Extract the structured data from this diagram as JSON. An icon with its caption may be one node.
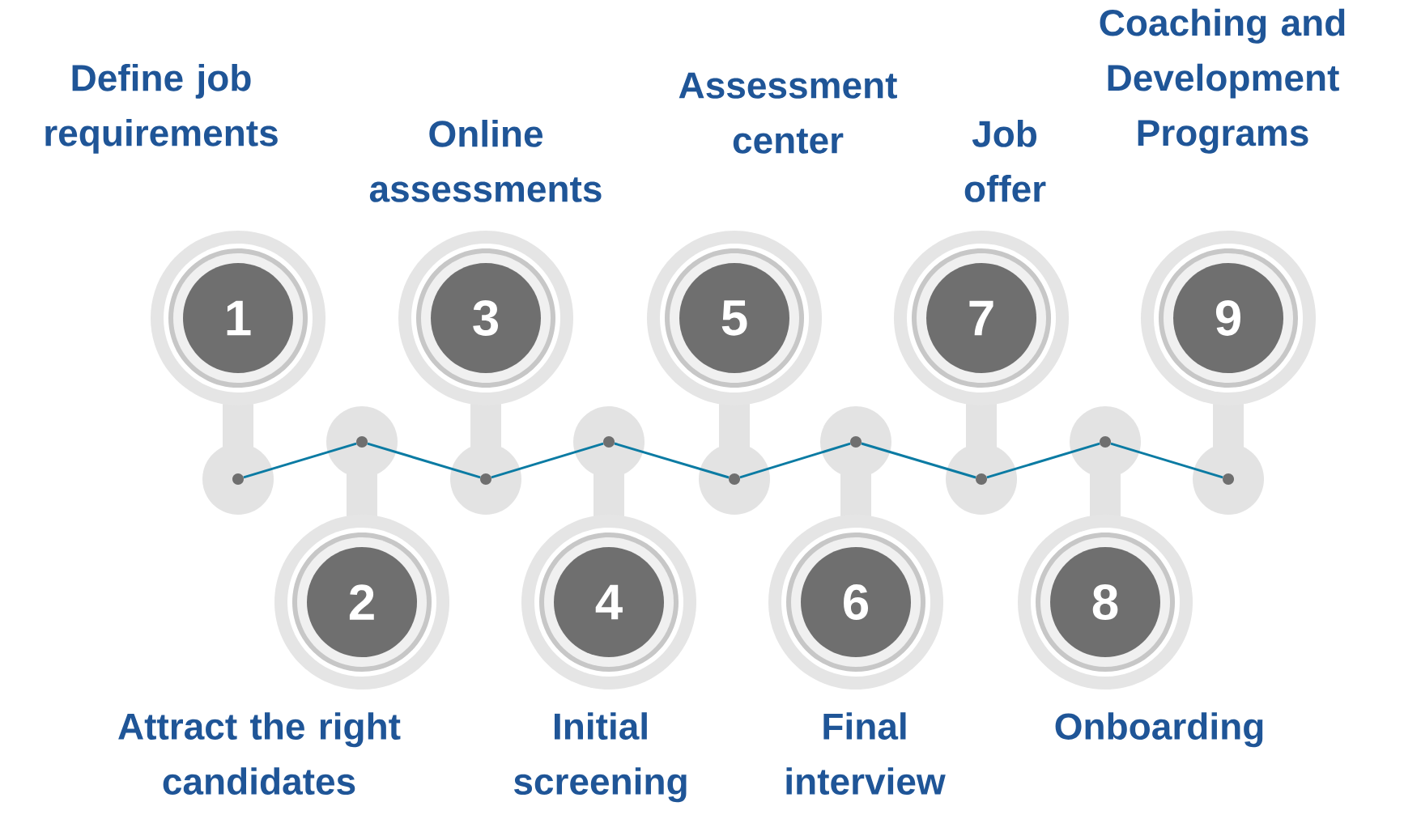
{
  "diagram": {
    "nodes": [
      {
        "text": [
          "1"
        ],
        "beside": [
          "Define job requirements"
        ]
      },
      {
        "text": [
          "2"
        ],
        "beside": [
          "Attract the right candidates"
        ]
      },
      {
        "text": [
          "3"
        ],
        "beside": [
          "Online assessments"
        ]
      },
      {
        "text": [
          "4"
        ],
        "beside": [
          "Initial screening"
        ]
      },
      {
        "text": [
          "5"
        ],
        "beside": [
          "Assessment center"
        ]
      },
      {
        "text": [
          "6"
        ],
        "beside": [
          "Final interview"
        ]
      },
      {
        "text": [
          "7"
        ],
        "beside": [
          "Job offer"
        ]
      },
      {
        "text": [
          "8"
        ],
        "beside": [
          "Onboarding"
        ]
      },
      {
        "text": [
          "9"
        ],
        "beside": [
          "Coaching and Development Programs"
        ]
      },
      {
        "text": [],
        "shape": "circle"
      },
      {
        "text": [],
        "shape": "circle"
      },
      {
        "text": [],
        "shape": "circle"
      },
      {
        "text": [],
        "shape": "circle"
      },
      {
        "text": [],
        "shape": "circle"
      },
      {
        "text": [],
        "shape": "circle"
      },
      {
        "text": [],
        "shape": "circle"
      },
      {
        "text": [],
        "shape": "circle"
      },
      {
        "text": [],
        "shape": "circle"
      }
    ],
    "edges": [
      {
        "from": 9,
        "to": 10,
        "arrow": "none"
      },
      {
        "from": 10,
        "to": 11,
        "arrow": "none"
      },
      {
        "from": 11,
        "to": 12,
        "arrow": "none"
      },
      {
        "from": 12,
        "to": 13,
        "arrow": "none"
      },
      {
        "from": 13,
        "to": 14,
        "arrow": "none"
      },
      {
        "from": 14,
        "to": 15,
        "arrow": "none"
      },
      {
        "from": 15,
        "to": 16,
        "arrow": "none"
      },
      {
        "from": 16,
        "to": 17,
        "arrow": "none"
      }
    ]
  }
}
